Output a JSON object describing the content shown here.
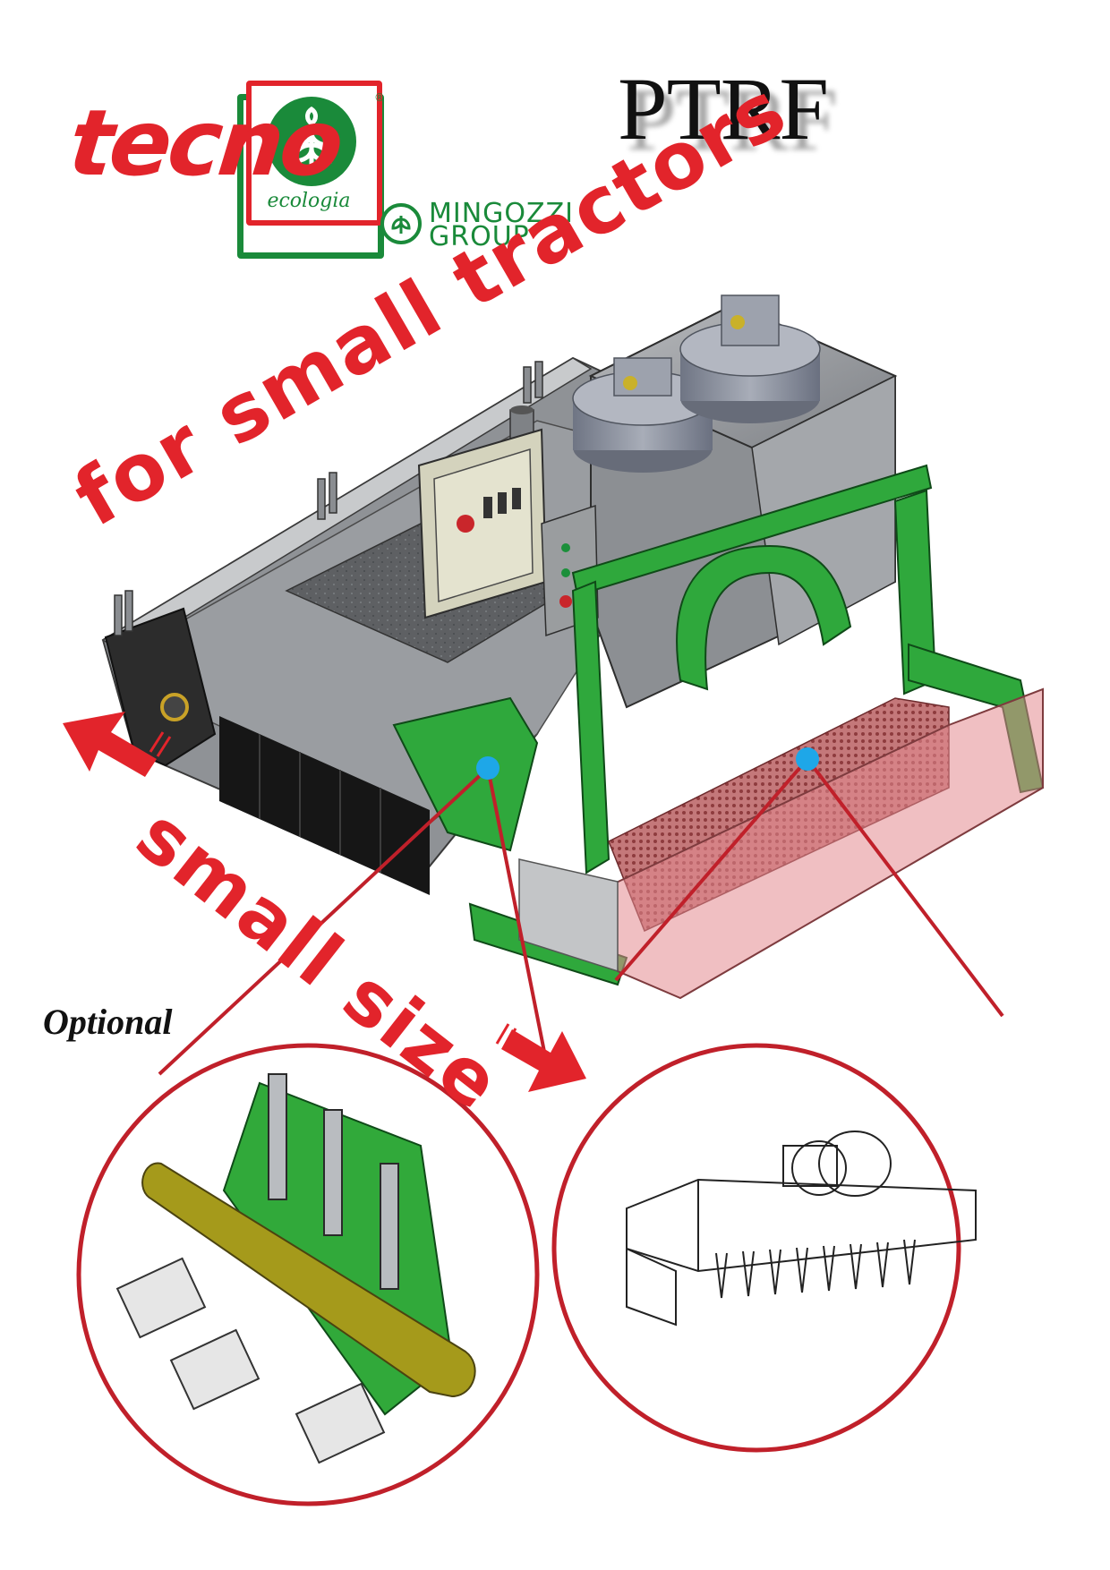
{
  "brand": {
    "logo_wordmark": "tecno",
    "logo_subtitle": "ecologia",
    "group_line1": "MINGOZZI",
    "group_line2": "GROUP"
  },
  "product": {
    "model": "PTRF",
    "slogan_primary": "for small tractors",
    "slogan_secondary": "small size",
    "optional_label": "Optional"
  },
  "colors": {
    "brand_red": "#e2242b",
    "brand_green": "#1a8a3a",
    "callout_circle": "#c0202a",
    "callout_dot": "#1ea7e8",
    "machine_green": "#2fa83c",
    "machine_grey": "#8d9094"
  }
}
